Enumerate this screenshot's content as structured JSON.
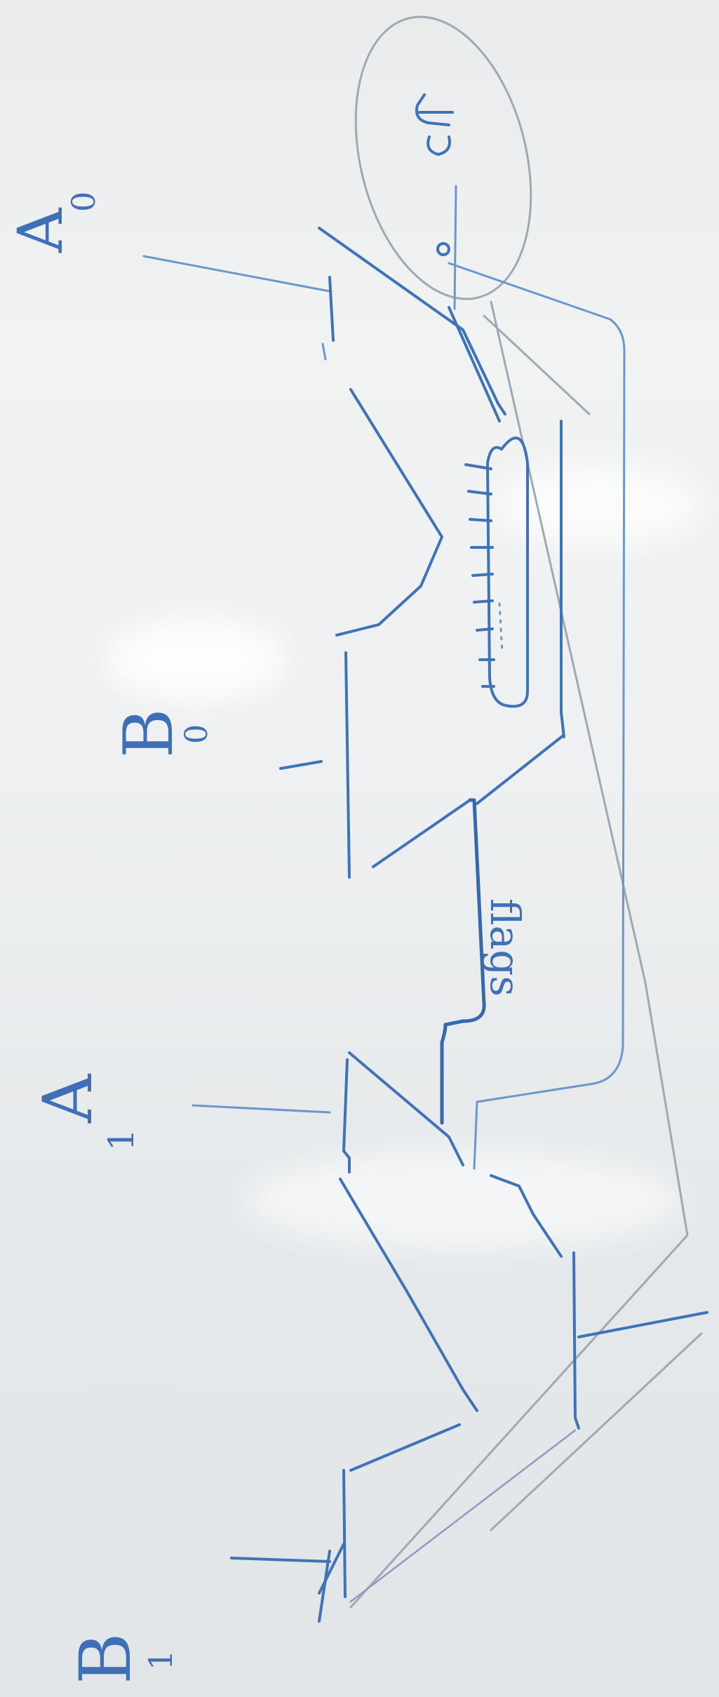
{
  "whiteboard": {
    "ink_color": "#3f73b8",
    "board_color": "#eef0f1",
    "labels": {
      "a0_letter": "A",
      "a0_sub": "0",
      "b0_letter": "B",
      "b0_sub": "0",
      "a1_letter": "A",
      "a1_sub": "1",
      "b1_letter": "B",
      "b1_sub": "1",
      "flags": "flags"
    }
  }
}
